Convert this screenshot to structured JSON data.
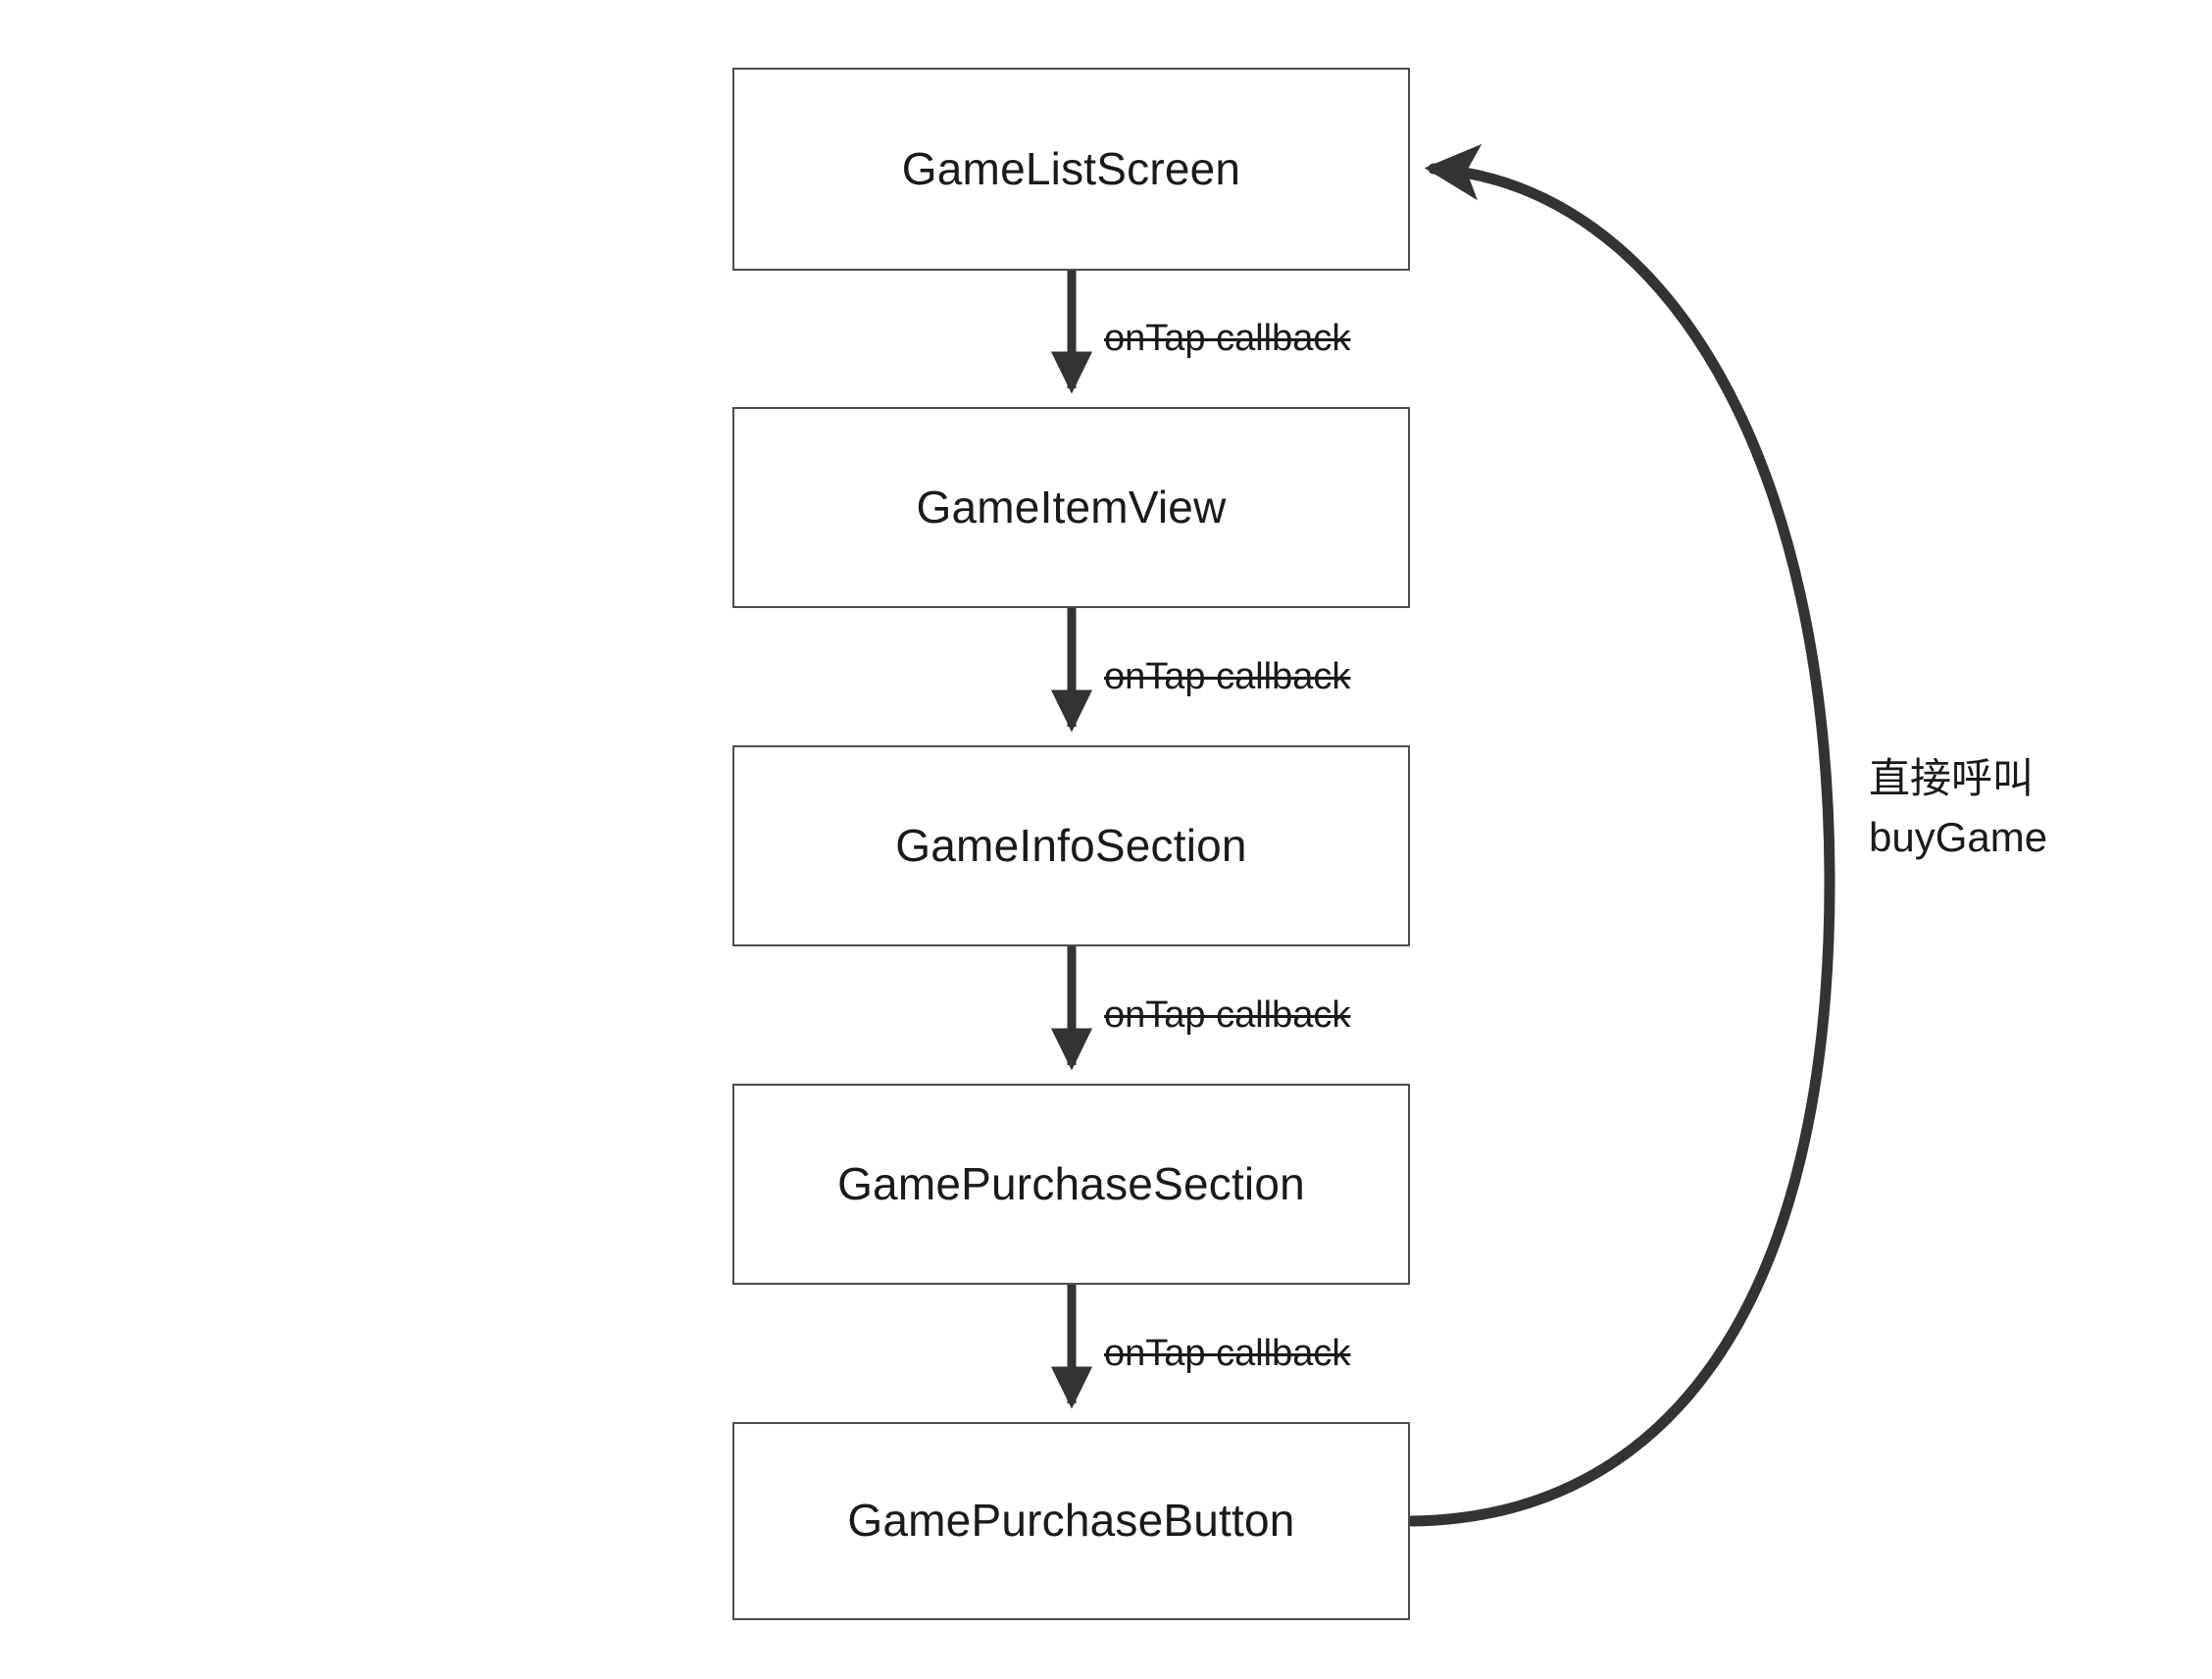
{
  "diagram": {
    "type": "flowchart",
    "title": "",
    "nodes": [
      {
        "id": "game-list-screen",
        "label": "GameListScreen"
      },
      {
        "id": "game-item-view",
        "label": "GameItemView"
      },
      {
        "id": "game-info-section",
        "label": "GameInfoSection"
      },
      {
        "id": "game-purchase-section",
        "label": "GamePurchaseSection"
      },
      {
        "id": "game-purchase-button",
        "label": "GamePurchaseButton"
      }
    ],
    "edges": [
      {
        "from": "game-list-screen",
        "to": "game-item-view",
        "label": "onTap callback",
        "struck": true
      },
      {
        "from": "game-item-view",
        "to": "game-info-section",
        "label": "onTap callback",
        "struck": true
      },
      {
        "from": "game-info-section",
        "to": "game-purchase-section",
        "label": "onTap callback",
        "struck": true
      },
      {
        "from": "game-purchase-section",
        "to": "game-purchase-button",
        "label": "onTap callback",
        "struck": true
      },
      {
        "from": "game-purchase-button",
        "to": "game-list-screen",
        "label_line1": "直接呼叫",
        "label_line2": "buyGame",
        "curved": true
      }
    ],
    "callback_label": "onTap callback",
    "direct_call": {
      "line1": "直接呼叫",
      "line2": "buyGame"
    },
    "colors": {
      "box_border": "#4d4d4d",
      "box_fill": "#ffffff",
      "arrow": "#333333",
      "text": "#1a1a1a",
      "background": "#ffffff"
    }
  }
}
